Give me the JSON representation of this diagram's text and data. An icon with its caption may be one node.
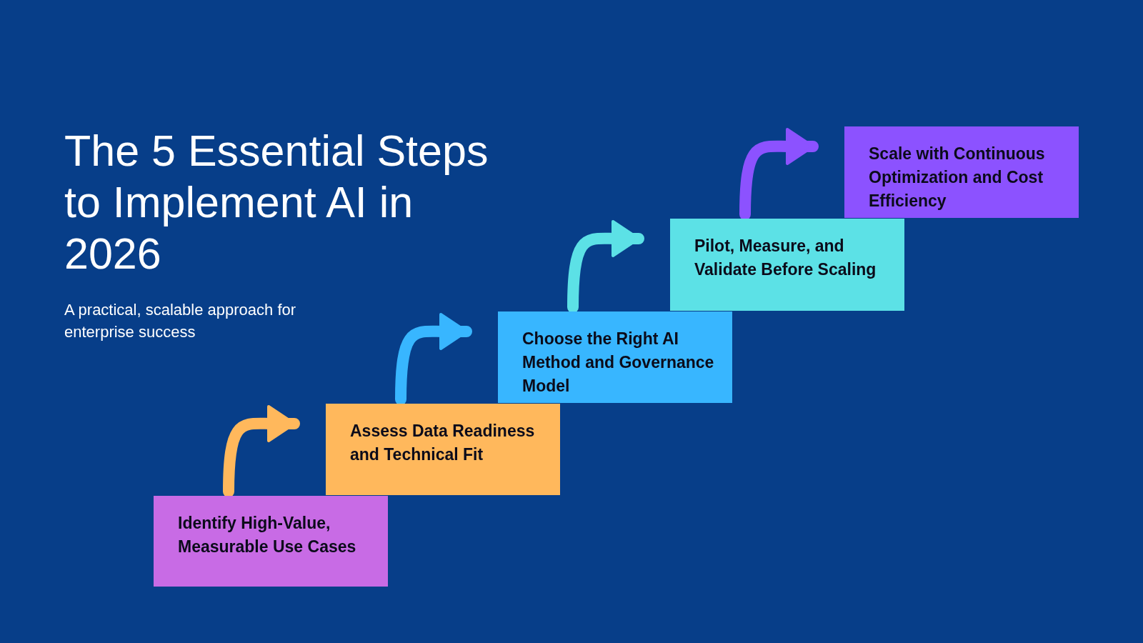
{
  "diagram": {
    "title": "The 5 Essential Steps to Implement AI in 2026",
    "nodes": [
      {
        "text": [
          "Identify High-Value, Measurable Use Cases"
        ]
      },
      {
        "text": [
          "Assess Data Readiness and Technical Fit"
        ]
      },
      {
        "text": [
          "Choose the Right AI Method and Governance Model"
        ]
      },
      {
        "text": [
          "Pilot, Measure, and Validate Before Scaling"
        ]
      },
      {
        "text": [
          "Scale with Continuous Optimization and Cost Efficiency"
        ]
      }
    ],
    "edges": [
      {
        "from": 0,
        "to": 1,
        "arrow": "to",
        "color": "#ffb85c"
      },
      {
        "from": 1,
        "to": 2,
        "arrow": "to",
        "color": "#38b6ff"
      },
      {
        "from": 2,
        "to": 3,
        "arrow": "to",
        "color": "#5ce1e6"
      },
      {
        "from": 3,
        "to": 4,
        "arrow": "to",
        "color": "#8c52ff"
      }
    ],
    "labels": [
      "A practical, scalable approach for enterprise success"
    ]
  }
}
